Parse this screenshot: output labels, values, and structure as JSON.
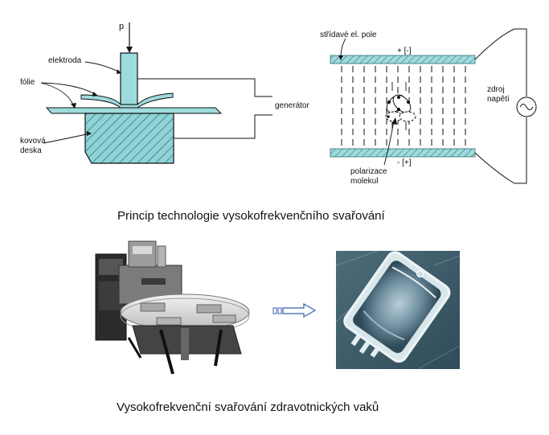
{
  "left_diagram": {
    "pressure_label": "p",
    "electrode_label": "elektroda",
    "foil_label": "fólie",
    "plate_label_line1": "kovová",
    "plate_label_line2": "deska",
    "generator_label": "generátor"
  },
  "right_diagram": {
    "field_label": "střídavé el. pole",
    "top_polarity": "+ [-]",
    "bottom_polarity": "- [+]",
    "source_label_line1": "zdroj",
    "source_label_line2": "napětí",
    "polarization_label_line1": "polarizace",
    "polarization_label_line2": "molekul"
  },
  "captions": {
    "principle": "Princip technologie vysokofrekvenčního svařování",
    "medical_bags": "Vysokofrekvenční svařování zdravotnických vaků"
  },
  "colors": {
    "accent_teal": "#7ccbd0",
    "hatch": "#2a6f74",
    "line": "#111111",
    "arrow_outline": "#3a5fb0"
  }
}
